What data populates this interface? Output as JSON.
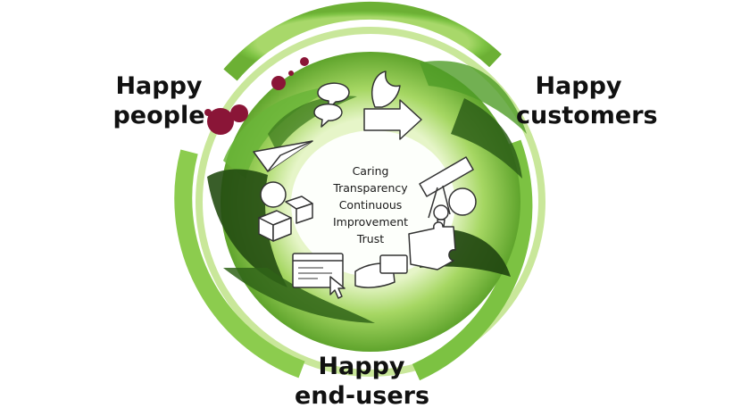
{
  "diagram": {
    "outer_labels": {
      "happy_people": [
        "Happy",
        "people"
      ],
      "happy_customers": [
        "Happy",
        "customers"
      ],
      "happy_end_users": [
        "Happy",
        "end-users"
      ]
    },
    "core_values": [
      "Caring",
      "Transparency",
      "Continuous",
      "Improvement",
      "Trust"
    ],
    "icons": [
      "speech-bubbles-icon",
      "winged-arrow-icon",
      "paper-plane-icon",
      "telescope-icon",
      "smiley-face-icon",
      "building-blocks-icon",
      "light-bulb-icon",
      "puzzle-piece-icon",
      "hand-with-card-icon",
      "browser-window-icon",
      "mouse-cursor-icon"
    ],
    "colors": {
      "ring_green": "#7cc242",
      "ring_light": "#b9e07c",
      "dark_green": "#234d12",
      "berry": "#8a1537",
      "text": "#111111"
    }
  }
}
